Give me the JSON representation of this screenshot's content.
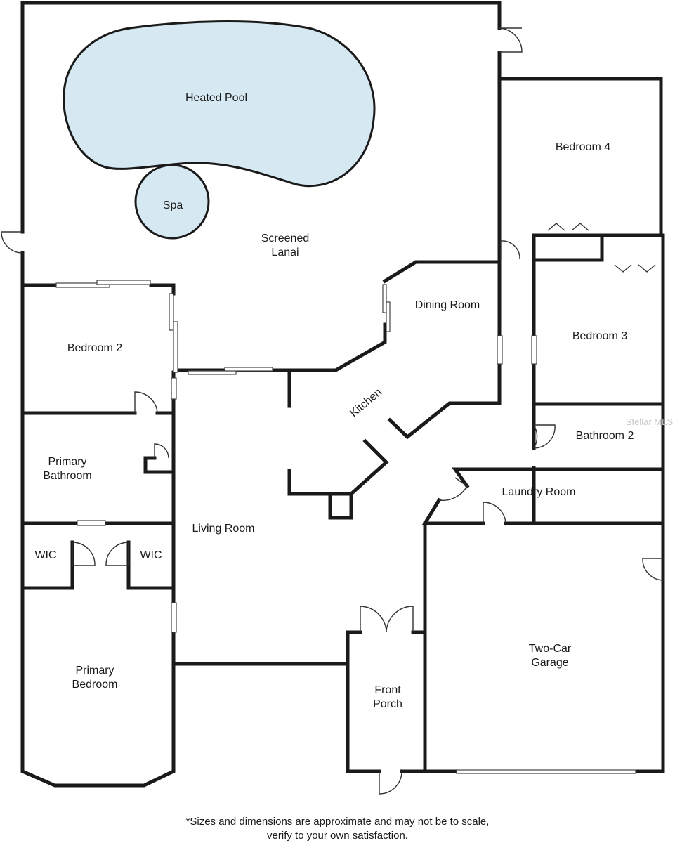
{
  "rooms": {
    "heated_pool": "Heated Pool",
    "spa": "Spa",
    "screened_lanai_1": "Screened",
    "screened_lanai_2": "Lanai",
    "bedroom_4": "Bedroom 4",
    "dining_room": "Dining Room",
    "bedroom_2": "Bedroom 2",
    "bedroom_3": "Bedroom 3",
    "kitchen": "Kitchen",
    "bathroom_2": "Bathroom 2",
    "primary_bathroom_1": "Primary",
    "primary_bathroom_2": "Bathroom",
    "laundry_room": "Laundry Room",
    "living_room": "Living Room",
    "wic_left": "WIC",
    "wic_right": "WIC",
    "garage_1": "Two-Car",
    "garage_2": "Garage",
    "primary_bedroom_1": "Primary",
    "primary_bedroom_2": "Bedroom",
    "front_porch_1": "Front",
    "front_porch_2": "Porch"
  },
  "watermark": "Stellar MLS",
  "disclaimer": {
    "line1": "*Sizes and dimensions are approximate and may not be to scale,",
    "line2": "verify to your own satisfaction."
  },
  "colors": {
    "pool_fill": "#d6e9f2",
    "wall": "#1a1a1a"
  }
}
